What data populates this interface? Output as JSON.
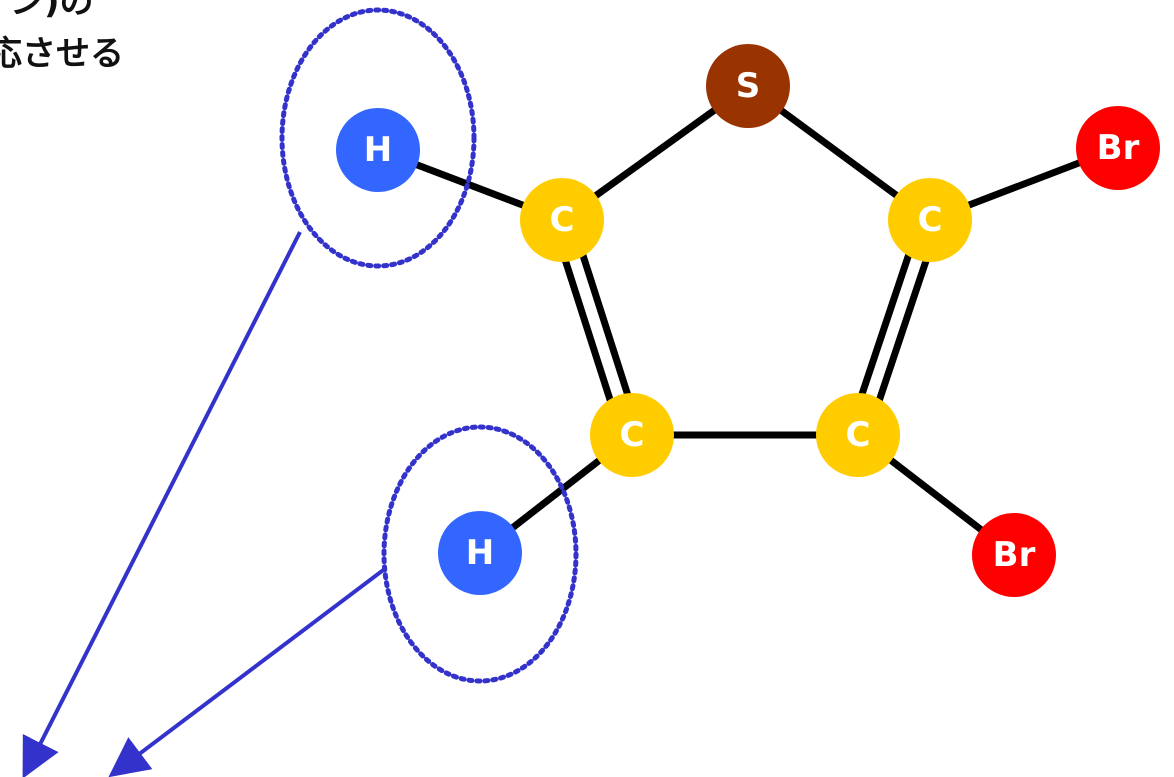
{
  "caption": {
    "line1": "イン)の",
    "line2": "応させる"
  },
  "atoms": [
    {
      "id": "S1",
      "label": "S",
      "color": "#993300"
    },
    {
      "id": "C2",
      "label": "C",
      "color": "#ffcc00"
    },
    {
      "id": "C5",
      "label": "C",
      "color": "#ffcc00"
    },
    {
      "id": "C3",
      "label": "C",
      "color": "#ffcc00"
    },
    {
      "id": "C4",
      "label": "C",
      "color": "#ffcc00"
    },
    {
      "id": "H2",
      "label": "H",
      "color": "#3366ff"
    },
    {
      "id": "H3",
      "label": "H",
      "color": "#3366ff"
    },
    {
      "id": "Br5",
      "label": "Br",
      "color": "#ff0000"
    },
    {
      "id": "Br4",
      "label": "Br",
      "color": "#ff0000"
    }
  ],
  "colors": {
    "bond": "#000000",
    "highlight": "#3333cc",
    "arrow": "#3333cc"
  }
}
